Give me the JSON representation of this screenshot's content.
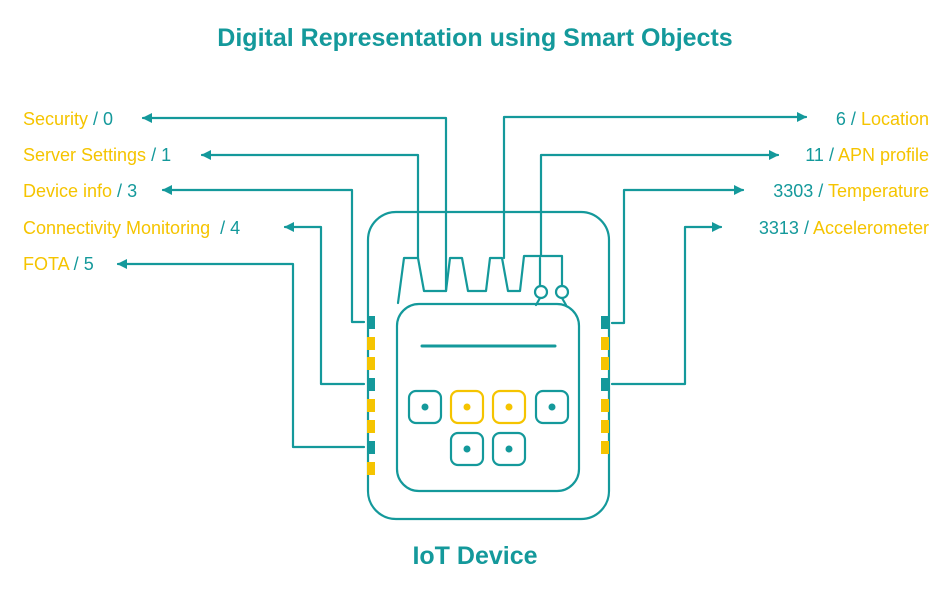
{
  "title": "Digital Representation using Smart Objects",
  "device_label": "IoT Device",
  "colors": {
    "teal": "#14999b",
    "yellow": "#f5c400"
  },
  "left_objects": [
    {
      "name": "Security",
      "id": "0"
    },
    {
      "name": "Server Settings",
      "id": "1"
    },
    {
      "name": "Device info",
      "id": "3"
    },
    {
      "name": "Connectivity Monitoring ",
      "id": "4"
    },
    {
      "name": "FOTA",
      "id": "5"
    }
  ],
  "right_objects": [
    {
      "id": "6",
      "name": "Location"
    },
    {
      "id": "11",
      "name": "APN profile"
    },
    {
      "id": "3303",
      "name": "Temperature"
    },
    {
      "id": "3313",
      "name": "Accelerometer"
    }
  ]
}
